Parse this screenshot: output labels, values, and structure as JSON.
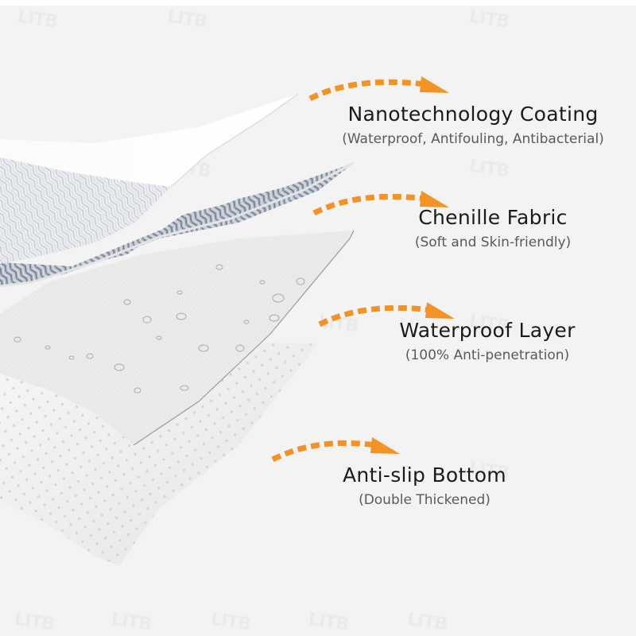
{
  "colors": {
    "background": "#f3f3f3",
    "accent_orange": "#f39325",
    "title_text": "#1b1b1b",
    "subtitle_text": "#5a5a5a",
    "chenille_blue_gray": "#8d96a8"
  },
  "watermark": {
    "text": "LITB"
  },
  "layers": [
    {
      "id": "nanotech",
      "title": "Nanotechnology Coating",
      "subtitle": "(Waterproof, Antifouling, Antibacterial)",
      "icon": "dashed-curved-arrow-icon"
    },
    {
      "id": "chenille",
      "title": "Chenille Fabric",
      "subtitle": "(Soft and Skin-friendly)",
      "icon": "dashed-curved-arrow-icon"
    },
    {
      "id": "waterproof",
      "title": "Waterproof Layer",
      "subtitle": "(100% Anti-penetration)",
      "icon": "dashed-curved-arrow-icon"
    },
    {
      "id": "antislip",
      "title": "Anti-slip Bottom",
      "subtitle": "(Double Thickened)",
      "icon": "dashed-curved-arrow-icon"
    }
  ]
}
